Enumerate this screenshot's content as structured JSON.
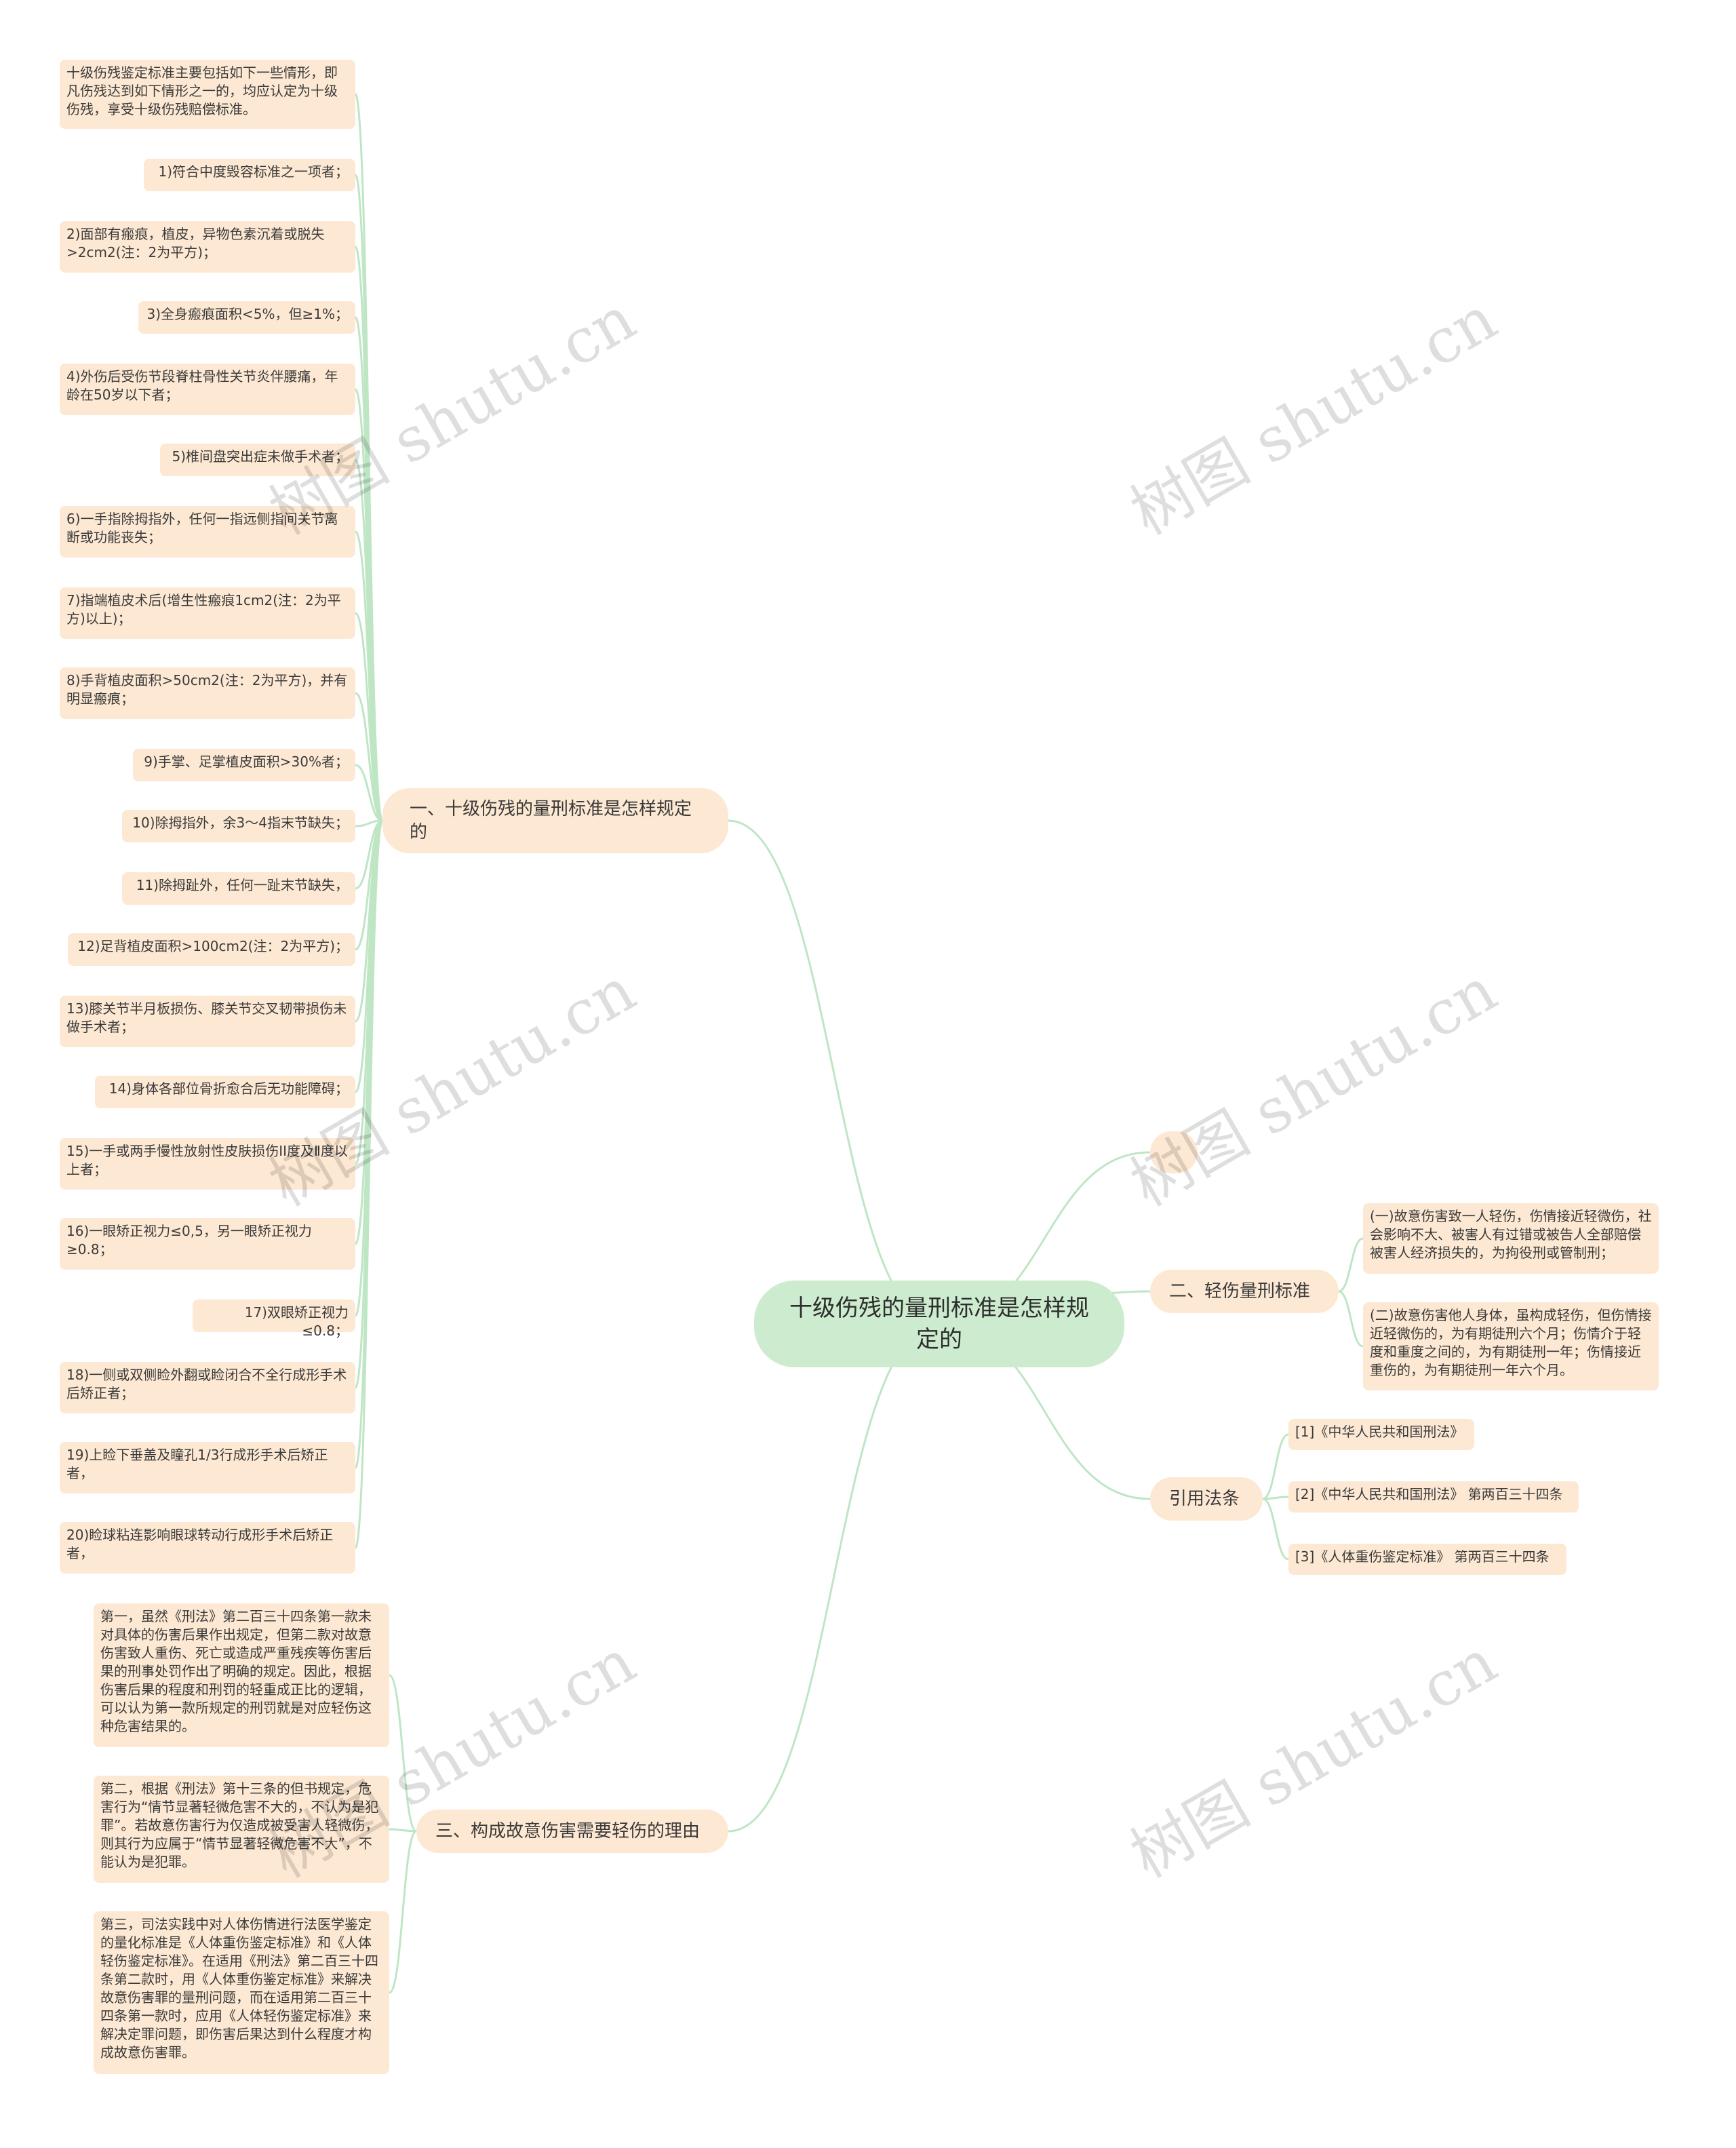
{
  "root": {
    "title": "十级伤残的量刑标准是怎样规定的"
  },
  "branches": {
    "b1": {
      "label": "一、十级伤残的量刑标准是怎样规定的",
      "children": [
        "十级伤残鉴定标准主要包括如下一些情形，即凡伤残达到如下情形之一的，均应认定为十级伤残，享受十级伤残赔偿标准。",
        "1)符合中度毁容标准之一项者；",
        "2)面部有瘢痕，植皮，异物色素沉着或脱失>2cm2(注：2为平方)；",
        "3)全身瘢痕面积<5%，但≥1%；",
        "4)外伤后受伤节段脊柱骨性关节炎伴腰痛，年龄在50岁以下者；",
        "5)椎间盘突出症未做手术者；",
        "6)一手指除拇指外，任何一指远侧指间关节离断或功能丧失；",
        "7)指端植皮术后(增生性瘢痕1cm2(注：2为平方)以上)；",
        "8)手背植皮面积>50cm2(注：2为平方)，并有明显瘢痕；",
        "9)手掌、足掌植皮面积>30%者；",
        "10)除拇指外，余3～4指末节缺失；",
        "11)除拇趾外，任何一趾末节缺失，",
        "12)足背植皮面积>100cm2(注：2为平方)；",
        "13)膝关节半月板损伤、膝关节交叉韧带损伤未做手术者；",
        "14)身体各部位骨折愈合后无功能障碍；",
        "15)一手或两手慢性放射性皮肤损伤II度及Ⅱ度以上者；",
        "16)一眼矫正视力≤0,5，另一眼矫正视力≥0.8；",
        "17)双眼矫正视力≤0.8；",
        "18)一侧或双侧睑外翻或睑闭合不全行成形手术后矫正者；",
        "19)上睑下垂盖及瞳孔1/3行成形手术后矫正者，",
        "20)睑球粘连影响眼球转动行成形手术后矫正者，"
      ]
    },
    "b_empty": {
      "label": ""
    },
    "b2": {
      "label": "二、轻伤量刑标准",
      "children": [
        "(一)故意伤害致一人轻伤，伤情接近轻微伤，社会影响不大、被害人有过错或被告人全部赔偿被害人经济损失的，为拘役刑或管制刑；",
        "(二)故意伤害他人身体，虽构成轻伤，但伤情接近轻微伤的，为有期徒刑六个月；伤情介于轻度和重度之间的，为有期徒刑一年；伤情接近重伤的，为有期徒刑一年六个月。"
      ]
    },
    "b3": {
      "label": "引用法条",
      "children": [
        "[1]《中华人民共和国刑法》",
        "[2]《中华人民共和国刑法》 第两百三十四条",
        "[3]《人体重伤鉴定标准》 第两百三十四条"
      ]
    },
    "b4": {
      "label": "三、构成故意伤害需要轻伤的理由",
      "children": [
        "第一，虽然《刑法》第二百三十四条第一款未对具体的伤害后果作出规定，但第二款对故意伤害致人重伤、死亡或造成严重残疾等伤害后果的刑事处罚作出了明确的规定。因此，根据伤害后果的程度和刑罚的轻重成正比的逻辑，可以认为第一款所规定的刑罚就是对应轻伤这种危害结果的。",
        "第二，根据《刑法》第十三条的但书规定，危害行为“情节显著轻微危害不大的，不认为是犯罪”。若故意伤害行为仅造成被受害人轻微伤，则其行为应属于“情节显著轻微危害不大”，不能认为是犯罪。",
        "第三，司法实践中对人体伤情进行法医学鉴定的量化标准是《人体重伤鉴定标准》和《人体轻伤鉴定标准》。在适用《刑法》第二百三十四条第二款时，用《人体重伤鉴定标准》来解决故意伤害罪的量刑问题，而在适用第二百三十四条第一款时，应用《人体轻伤鉴定标准》来解决定罪问题，即伤害后果达到什么程度才构成故意伤害罪。"
      ]
    }
  },
  "watermark": {
    "text": "树图 shutu.cn"
  },
  "colors": {
    "link": "#bfe6c4",
    "node": "#fde9d3",
    "root": "#cdeccf"
  }
}
